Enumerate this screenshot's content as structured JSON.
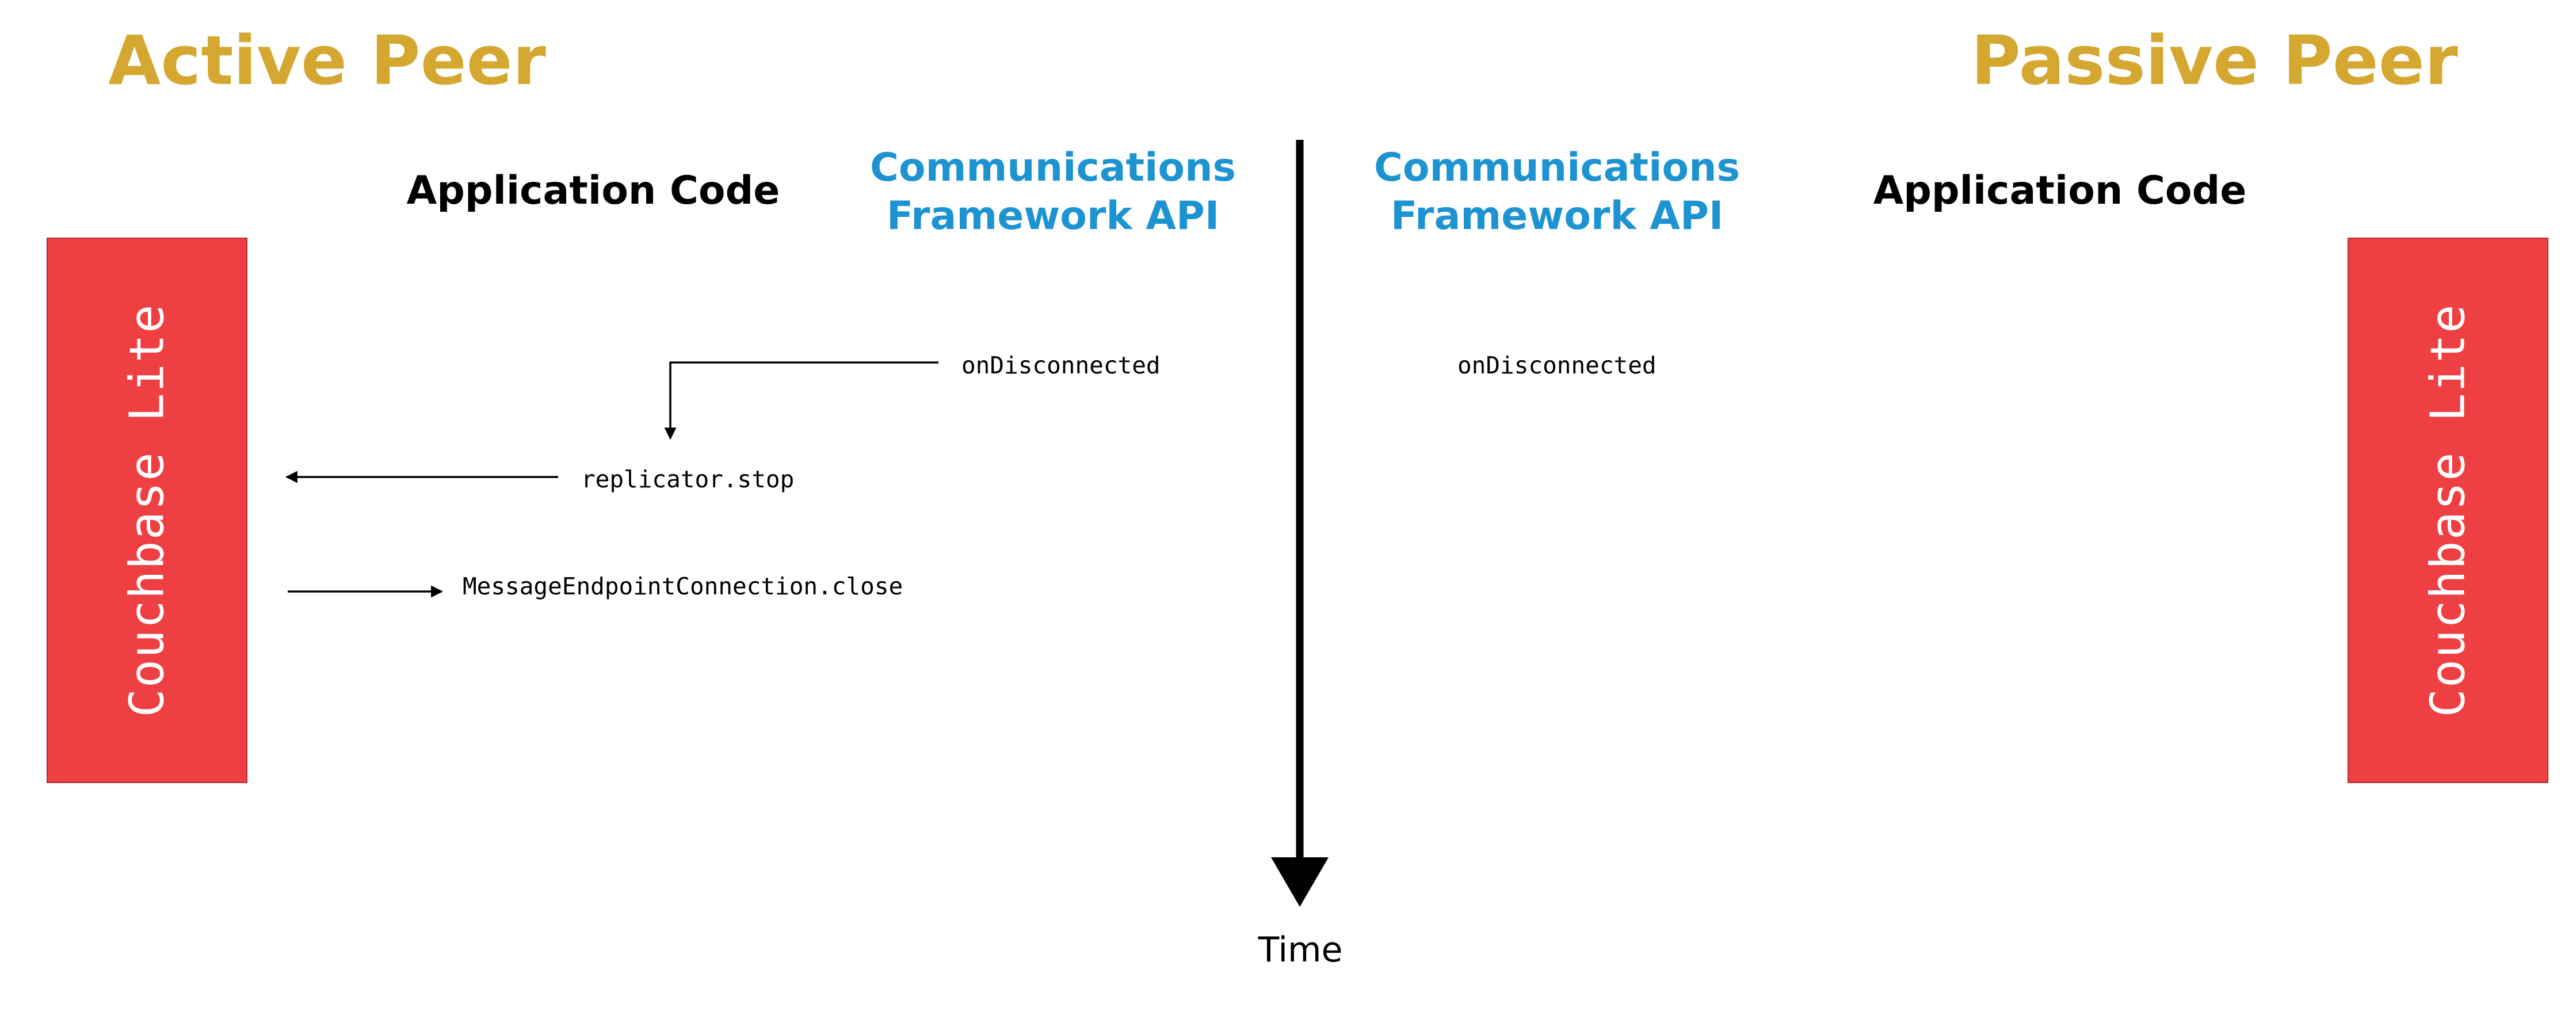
{
  "colors": {
    "peer_title": "#d4a731",
    "comm_header": "#1d94d1",
    "cbl_box": "#ee3f42"
  },
  "peers": {
    "active": {
      "title": "Active Peer"
    },
    "passive": {
      "title": "Passive Peer"
    }
  },
  "columns": {
    "app_left": "Application Code",
    "comm_left": {
      "line1": "Communications",
      "line2": "Framework API"
    },
    "comm_right": {
      "line1": "Communications",
      "line2": "Framework API"
    },
    "app_right": "Application Code"
  },
  "couchbase": {
    "left": "Couchbase Lite",
    "right": "Couchbase Lite"
  },
  "events": {
    "on_disconnected_active": "onDisconnected",
    "on_disconnected_passive": "onDisconnected",
    "replicator_stop": "replicator.stop",
    "message_close": "MessageEndpointConnection.close"
  },
  "time_label": "Time"
}
